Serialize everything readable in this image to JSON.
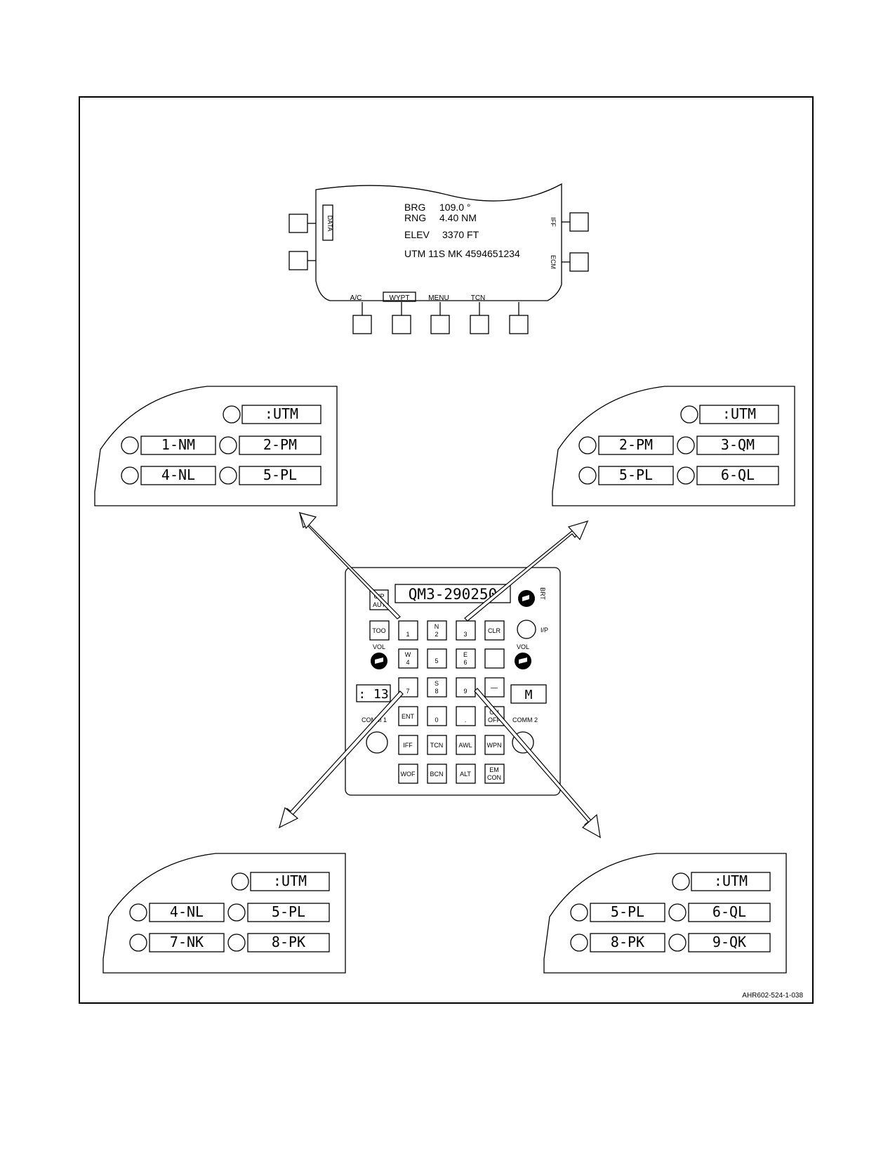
{
  "mfd": {
    "brg_label": "BRG",
    "brg_value": "109.0 °",
    "rng_label": "RNG",
    "rng_value": "4.40 NM",
    "elev_label": "ELEV",
    "elev_value": "3370 FT",
    "utm_line": "UTM 11S  MK 4594651234",
    "left_button_label": "DATA",
    "right_top_label": "IFF",
    "right_bottom_label": "ECM",
    "bottom_labels": [
      "A/C",
      "WYPT",
      "MENU",
      "TCN"
    ]
  },
  "keypad": {
    "display": "QM3-290250",
    "cip_label": "CIP",
    "aut_label": "AUT",
    "brt_label": "BRT",
    "ip_label": "I/P",
    "vol_label": "VOL",
    "comm1_label": "COMM 1",
    "comm2_label": "COMM 2",
    "comm1_display": ": 13",
    "comm2_display": "M",
    "keys": {
      "too": "TOO",
      "k1": "1",
      "k2_top": "N",
      "k2": "2",
      "k3": "3",
      "clr": "CLR",
      "k4_top": "W",
      "k4": "4",
      "k5": "5",
      "k6_top": "E",
      "k6": "6",
      "k7": "7",
      "k8_top": "S",
      "k8": "8",
      "k9": "9",
      "dash": "—",
      "ent": "ENT",
      "k0": "0",
      "dot": ".",
      "on": "ON",
      "off": "OFF",
      "iff": "IFF",
      "tcn": "TCN",
      "awl": "AWL",
      "wpn": "WPN",
      "wof": "WOF",
      "bcn": "BCN",
      "alt": "ALT",
      "em": "EM",
      "con": "CON"
    }
  },
  "panels": {
    "top_left": {
      "header": ":UTM",
      "r1a": "1-NM",
      "r1b": "2-PM",
      "r2a": "4-NL",
      "r2b": "5-PL"
    },
    "top_right": {
      "header": ":UTM",
      "r1a": "2-PM",
      "r1b": "3-QM",
      "r2a": "5-PL",
      "r2b": "6-QL"
    },
    "bottom_left": {
      "header": ":UTM",
      "r1a": "4-NL",
      "r1b": "5-PL",
      "r2a": "7-NK",
      "r2b": "8-PK"
    },
    "bottom_right": {
      "header": ":UTM",
      "r1a": "5-PL",
      "r1b": "6-QL",
      "r2a": "8-PK",
      "r2b": "9-QK"
    }
  },
  "figure_id": "AHR602-524-1-038"
}
